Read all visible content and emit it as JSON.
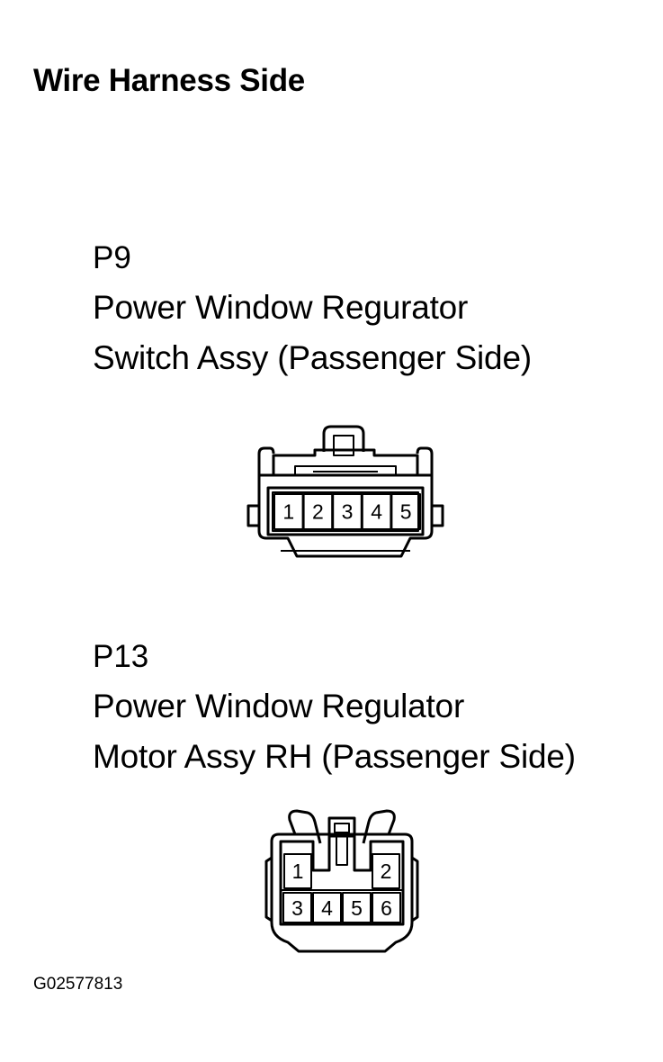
{
  "header": {
    "title": "Wire Harness Side"
  },
  "connectors": [
    {
      "code": "P9",
      "description_lines": [
        "Power Window Regurator",
        "Switch Assy (Passenger Side)"
      ],
      "pins": [
        "1",
        "2",
        "3",
        "4",
        "5"
      ]
    },
    {
      "code": "P13",
      "description_lines": [
        "Power Window Regulator",
        "Motor Assy RH (Passenger Side)"
      ],
      "pins": [
        "1",
        "2",
        "3",
        "4",
        "5",
        "6"
      ]
    }
  ],
  "footer": {
    "figure_id": "G02577813"
  }
}
